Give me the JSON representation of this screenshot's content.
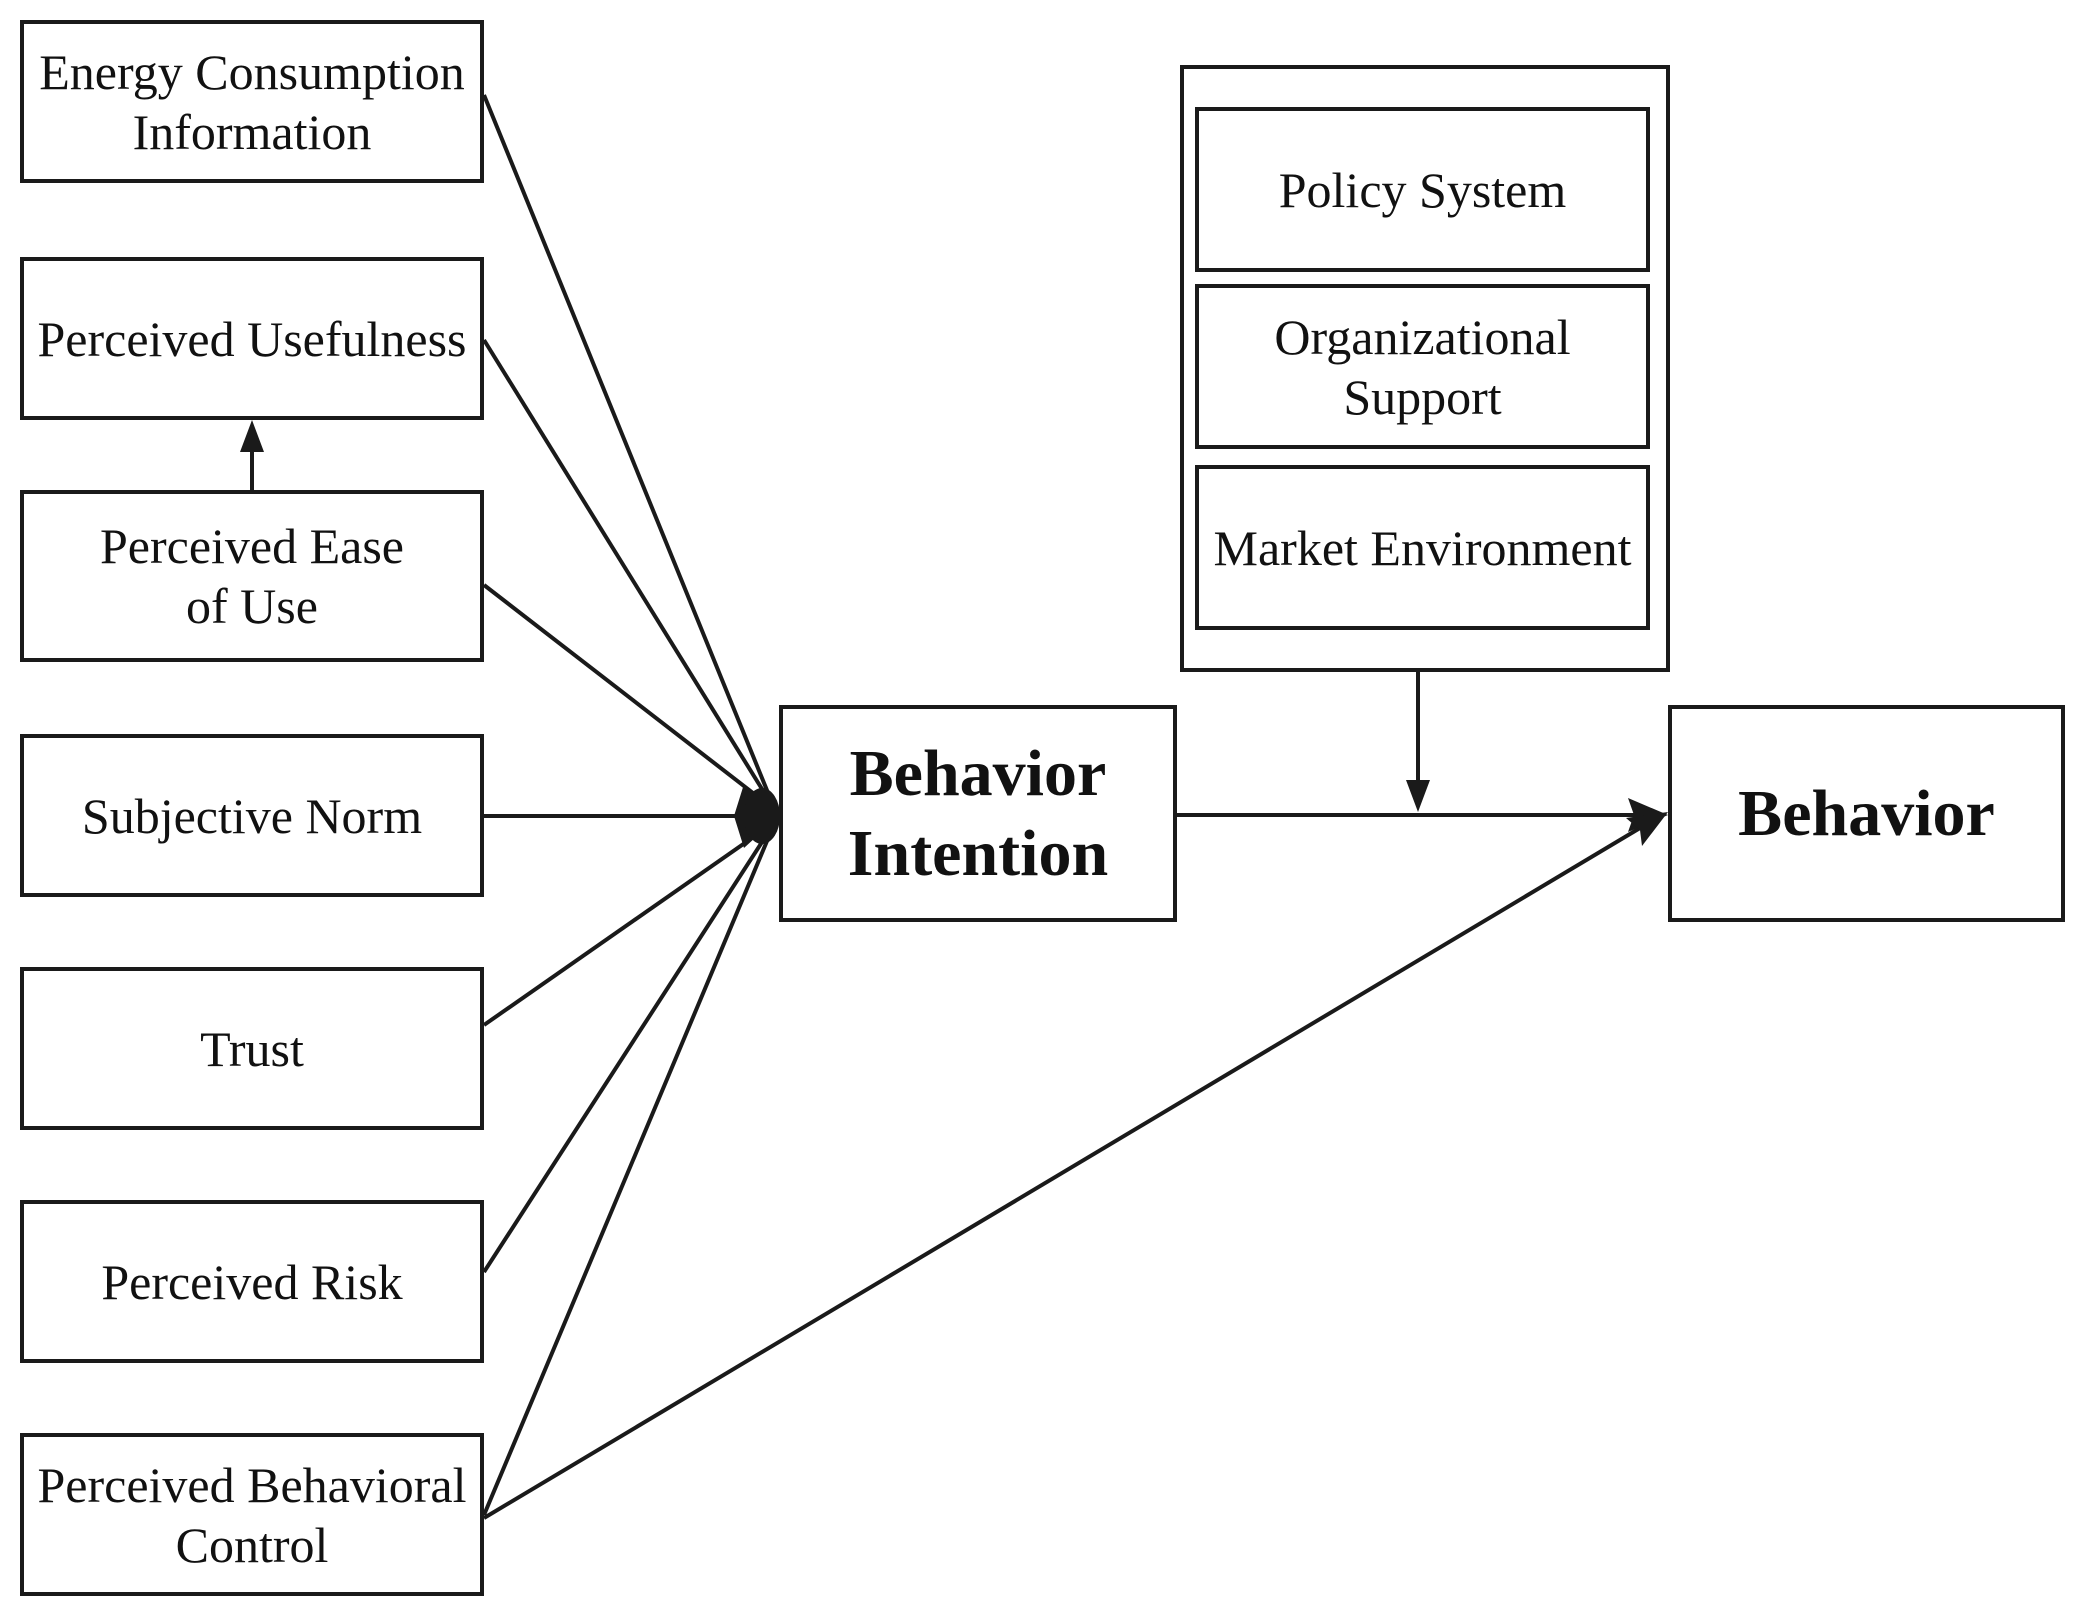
{
  "factors": [
    {
      "id": "energy",
      "label": "Energy Consumption\nInformation"
    },
    {
      "id": "usefulness",
      "label": "Perceived Usefulness"
    },
    {
      "id": "ease",
      "label": "Perceived Ease\nof  Use"
    },
    {
      "id": "norm",
      "label": "Subjective Norm"
    },
    {
      "id": "trust",
      "label": "Trust"
    },
    {
      "id": "risk",
      "label": "Perceived Risk"
    },
    {
      "id": "control",
      "label": "Perceived Behavioral\nControl"
    }
  ],
  "moderators": [
    {
      "id": "policy",
      "label": "Policy System"
    },
    {
      "id": "org",
      "label": "Organizational\nSupport"
    },
    {
      "id": "market",
      "label": "Market Environment"
    }
  ],
  "intention": {
    "label": "Behavior\nIntention"
  },
  "behavior": {
    "label": "Behavior"
  },
  "colors": {
    "stroke": "#1a1a1a",
    "background": "#ffffff"
  }
}
